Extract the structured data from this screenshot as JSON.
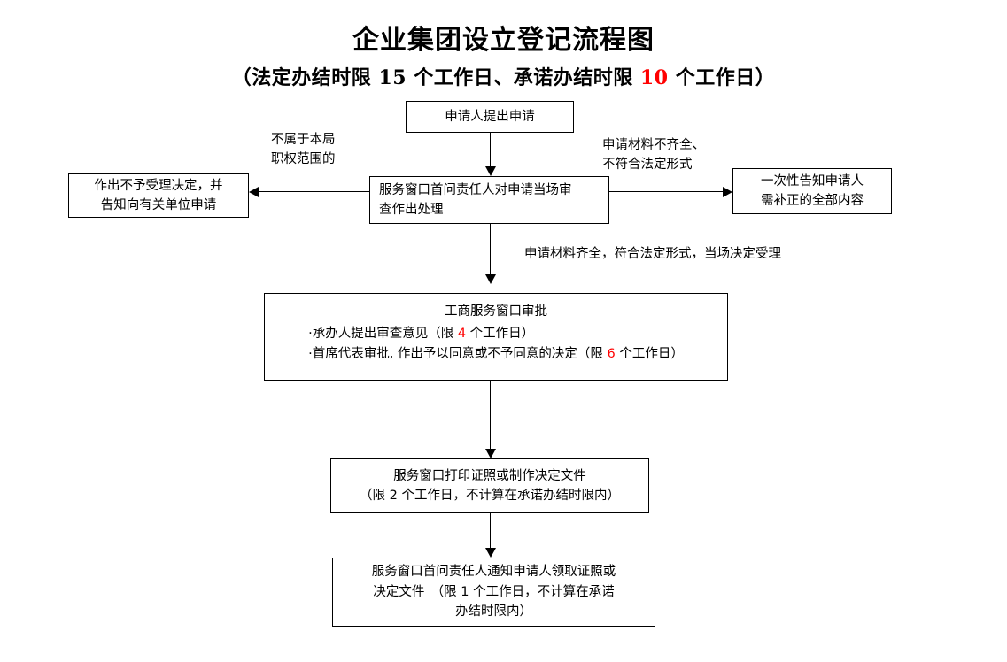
{
  "title": "企业集团设立登记流程图",
  "subtitle": {
    "before": "（法定办结时限 15 个工作日、承诺办结时限 ",
    "highlight": "10",
    "after": " 个工作日）"
  },
  "colors": {
    "highlight": "#ff0000",
    "line": "#000000",
    "background": "#ffffff"
  },
  "boxes": {
    "apply": {
      "line1": "申请人提出申请"
    },
    "window": {
      "line1": "服务窗口首问责任人对申请当场审",
      "line2": "查作出处理"
    },
    "reject": {
      "line1": "作出不予受理决定，并",
      "line2": "告知向有关单位申请"
    },
    "notify": {
      "line1": "一次性告知申请人",
      "line2": "需补正的全部内容"
    },
    "approval": {
      "heading": "工商服务窗口审批",
      "bullet1_before": "·承办人提出审查意见（限 ",
      "bullet1_days": "4",
      "bullet1_after": " 个工作日）",
      "bullet2_before": "·首席代表审批, 作出予以同意或不予同意的决定（限 ",
      "bullet2_days": "6",
      "bullet2_after": " 个工作日）"
    },
    "print": {
      "line1": "服务窗口打印证照或制作决定文件",
      "line2": "（限 2 个工作日，不计算在承诺办结时限内）"
    },
    "final": {
      "line1": "服务窗口首问责任人通知申请人领取证照或",
      "line2": "决定文件　（限 1 个工作日，不计算在承诺",
      "line3": "办结时限内）"
    }
  },
  "labels": {
    "not_jurisdiction_l1": "不属于本局",
    "not_jurisdiction_l2": "职权范围的",
    "incomplete_l1": "申请材料不齐全、",
    "incomplete_l2": "不符合法定形式",
    "complete": "申请材料齐全，符合法定形式，当场决定受理"
  }
}
